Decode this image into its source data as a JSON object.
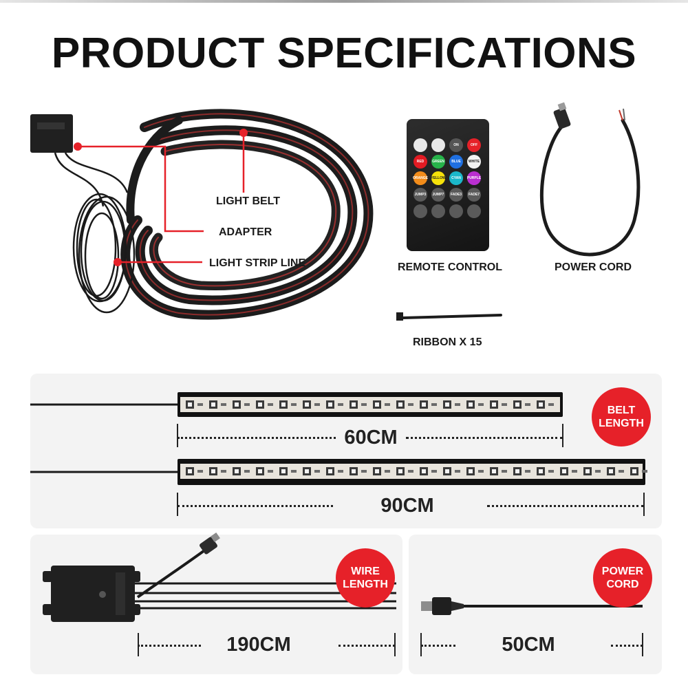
{
  "title": "PRODUCT SPECIFICATIONS",
  "kit": {
    "labels": {
      "light_belt": "LIGHT BELT",
      "adapter": "ADAPTER",
      "light_strip_line": "LIGHT STRIP LINE",
      "remote_control": "REMOTE CONTROL",
      "power_cord": "POWER CORD",
      "ribbon": "RIBBON  X 15"
    },
    "callout_color": "#e62129"
  },
  "remote": {
    "buttons": [
      {
        "label": "",
        "color": "#e8e8e8"
      },
      {
        "label": "",
        "color": "#e8e8e8"
      },
      {
        "label": "ON",
        "color": "#555555"
      },
      {
        "label": "OFF",
        "color": "#e62129"
      },
      {
        "label": "RED",
        "color": "#e31b23"
      },
      {
        "label": "GREEN",
        "color": "#27b34a"
      },
      {
        "label": "BLUE",
        "color": "#1f6fe0"
      },
      {
        "label": "WHITE",
        "color": "#f2f2f2"
      },
      {
        "label": "ORANGE",
        "color": "#f28c1a"
      },
      {
        "label": "YELLOW",
        "color": "#f5e10a"
      },
      {
        "label": "CYAN",
        "color": "#1bb7c9"
      },
      {
        "label": "PURPLE",
        "color": "#b92fd0"
      },
      {
        "label": "JUMP3",
        "color": "#5a5a5a"
      },
      {
        "label": "JUMP7",
        "color": "#5a5a5a"
      },
      {
        "label": "FADE3",
        "color": "#5a5a5a"
      },
      {
        "label": "FADE7",
        "color": "#5a5a5a"
      },
      {
        "label": "",
        "color": "#5a5a5a"
      },
      {
        "label": "",
        "color": "#5a5a5a"
      },
      {
        "label": "",
        "color": "#5a5a5a"
      },
      {
        "label": "",
        "color": "#5a5a5a"
      }
    ]
  },
  "belt": {
    "badge_line1": "BELT",
    "badge_line2": "LENGTH",
    "short_length": "60CM",
    "long_length": "90CM"
  },
  "wire": {
    "badge_line1": "WIRE",
    "badge_line2": "LENGTH",
    "length": "190CM"
  },
  "power": {
    "badge_line1": "POWER",
    "badge_line2": "CORD",
    "length": "50CM"
  }
}
